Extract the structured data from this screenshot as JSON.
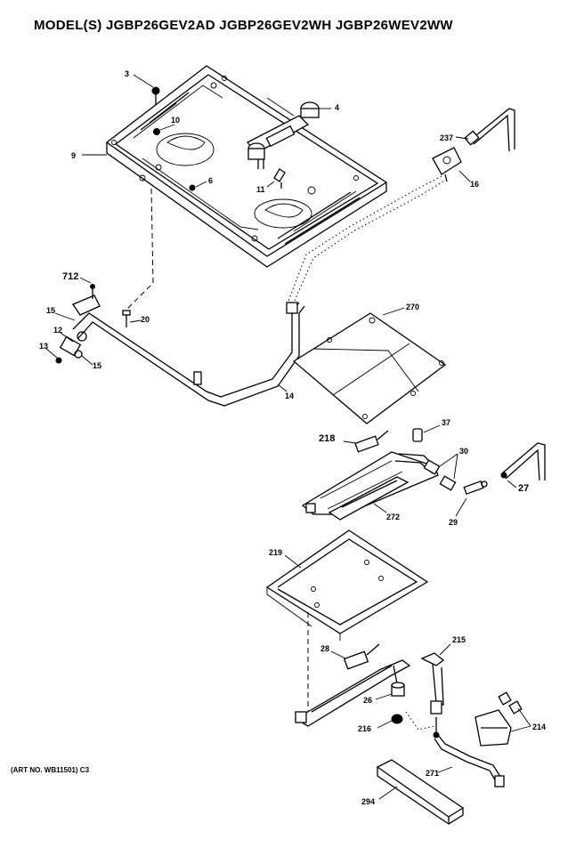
{
  "header": {
    "title": "MODEL(S) JGBP26GEV2AD  JGBP26GEV2WH  JGBP26WEV2WW"
  },
  "footer": {
    "art_number": "(ART NO. WB11501) C3"
  },
  "callouts": [
    "3",
    "4",
    "9",
    "10",
    "6",
    "11",
    "237",
    "16",
    "712",
    "15",
    "12",
    "13",
    "20",
    "14",
    "270",
    "37",
    "218",
    "30",
    "27",
    "272",
    "29",
    "219",
    "28",
    "215",
    "26",
    "216",
    "214",
    "271",
    "294"
  ]
}
